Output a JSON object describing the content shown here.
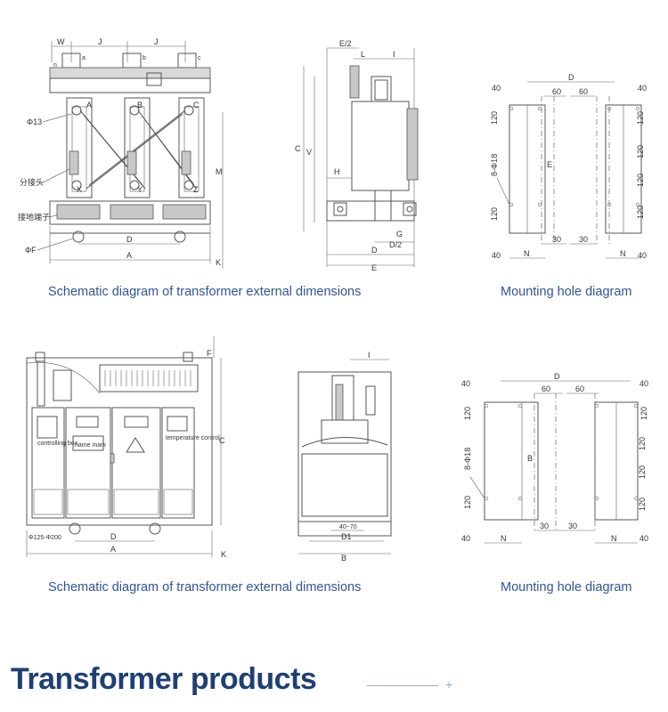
{
  "top_row": {
    "caption_left": "Schematic diagram of transformer external dimensions",
    "caption_right": "Mounting hole diagram",
    "front": {
      "dims": [
        "W",
        "J",
        "J",
        "a",
        "b",
        "c",
        "n",
        "A",
        "B",
        "C",
        "X",
        "Y",
        "Z",
        "Φ13",
        "分接头",
        "接地端子",
        "ΦF",
        "D",
        "A",
        "M",
        "K"
      ]
    },
    "side": {
      "dims": [
        "E/2",
        "L",
        "I",
        "C",
        "V",
        "H",
        "G",
        "D/2",
        "D",
        "E"
      ]
    },
    "holes": {
      "dims": [
        "D",
        "60",
        "60",
        "40",
        "40",
        "120",
        "120",
        "120",
        "120",
        "120",
        "120",
        "8-Φ18",
        "E",
        "30",
        "30",
        "40",
        "40",
        "N",
        "N"
      ]
    }
  },
  "bottom_row": {
    "caption_left": "Schematic diagram of transformer external dimensions",
    "caption_right": "Mounting hole diagram",
    "front": {
      "dims": [
        "F",
        "C",
        "Φ125-Φ200",
        "D",
        "A",
        "K"
      ],
      "panel_labels": [
        "controlling box",
        "name mark",
        "temperature control"
      ]
    },
    "side": {
      "dims": [
        "I",
        "40~70",
        "D1",
        "B"
      ]
    },
    "holes": {
      "dims": [
        "D",
        "60",
        "60",
        "40",
        "40",
        "120",
        "120",
        "120",
        "120",
        "120",
        "120",
        "8-Φ18",
        "B",
        "30",
        "30",
        "40",
        "40",
        "N",
        "N"
      ]
    }
  },
  "section_title": "Transformer products",
  "decoration": "+"
}
